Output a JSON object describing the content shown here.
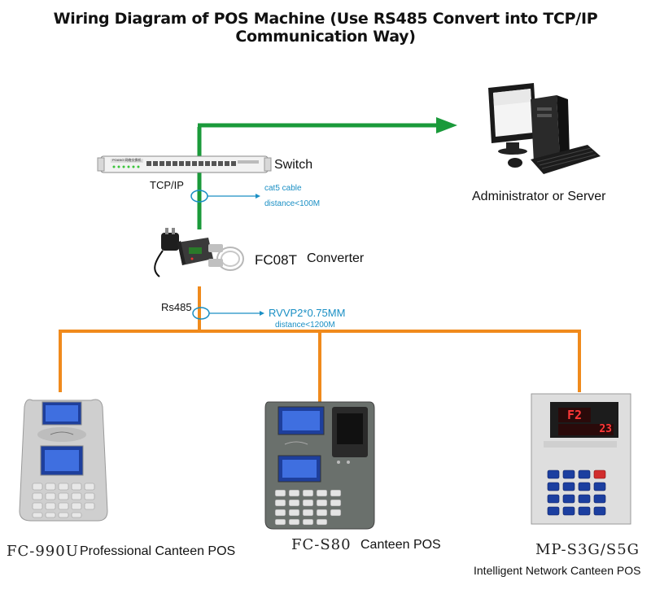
{
  "title": "Wiring Diagram of POS Machine (Use RS485 Convert into TCP/IP Communication Way)",
  "switch": {
    "label": "Switch",
    "panel_text": "POANG 网络交换机"
  },
  "tcpip": {
    "label": "TCP/IP",
    "cable": "cat5 cable",
    "distance": "distance<100M"
  },
  "server": {
    "label": "Administrator or Server"
  },
  "converter": {
    "model": "FC08T",
    "label": "Converter"
  },
  "rs485": {
    "label": "Rs485",
    "cable": "RVVP2*0.75MM",
    "distance": "distance<1200M"
  },
  "pos_devices": [
    {
      "model": "FC-990U",
      "label": "Professional Canteen POS"
    },
    {
      "model": "FC-S80",
      "label": "Canteen POS"
    },
    {
      "model": "MP-S3G/S5G",
      "label": "Intelligent Network Canteen POS",
      "display_left": "F2",
      "display_right": "23"
    }
  ],
  "colors": {
    "tcp_line": "#1a9a3a",
    "rs485_line": "#f08a1c",
    "annotation": "#1a8fc4"
  }
}
